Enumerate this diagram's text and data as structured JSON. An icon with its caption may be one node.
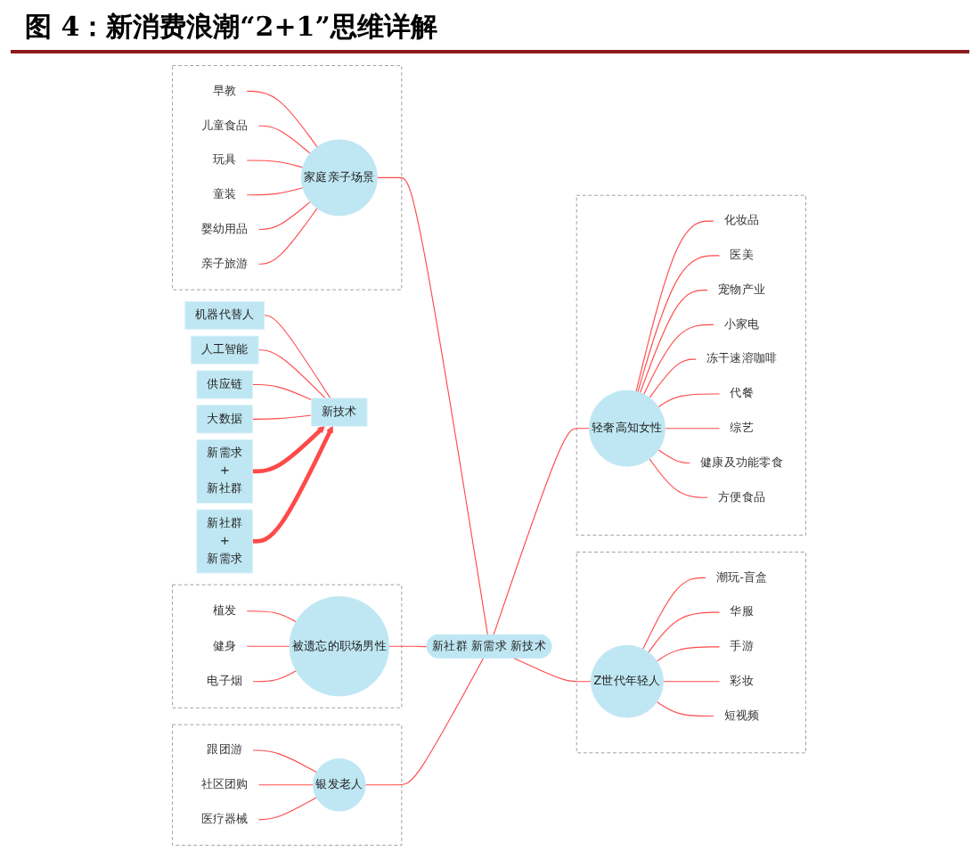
{
  "diagram": {
    "title": "图 4：新消费浪潮“2+1”思维详解",
    "nodes": [
      {
        "text": [
          "新社群 新需求 新技术"
        ]
      },
      {
        "text": [],
        "shape": "box"
      },
      {
        "text": [
          "家庭亲子场景"
        ],
        "in": 1
      },
      {
        "text": [
          "早教"
        ],
        "in": 1
      },
      {
        "text": [
          "儿童食品"
        ],
        "in": 1
      },
      {
        "text": [
          "玩具"
        ],
        "in": 1
      },
      {
        "text": [
          "童装"
        ],
        "in": 1
      },
      {
        "text": [
          "婴幼用品"
        ],
        "in": 1
      },
      {
        "text": [
          "亲子旅游"
        ],
        "in": 1
      },
      {
        "text": [],
        "shape": "box"
      },
      {
        "text": [
          "被遗忘的职场男性"
        ],
        "in": 9
      },
      {
        "text": [
          "植发"
        ],
        "in": 9
      },
      {
        "text": [
          "健身"
        ],
        "in": 9
      },
      {
        "text": [
          "电子烟"
        ],
        "in": 9
      },
      {
        "text": [],
        "shape": "box"
      },
      {
        "text": [
          "银发老人"
        ],
        "in": 14
      },
      {
        "text": [
          "跟团游"
        ],
        "in": 14
      },
      {
        "text": [
          "社区团购"
        ],
        "in": 14
      },
      {
        "text": [
          "医疗器械"
        ],
        "in": 14
      },
      {
        "text": [],
        "shape": "box"
      },
      {
        "text": [
          "Z世代年轻人"
        ],
        "in": 19
      },
      {
        "text": [
          "潮玩-盲盒"
        ],
        "in": 19
      },
      {
        "text": [
          "华服"
        ],
        "in": 19
      },
      {
        "text": [
          "手游"
        ],
        "in": 19
      },
      {
        "text": [
          "彩妆"
        ],
        "in": 19
      },
      {
        "text": [
          "短视频"
        ],
        "in": 19
      },
      {
        "text": [],
        "shape": "box"
      },
      {
        "text": [
          "轻奢高知女性"
        ],
        "in": 26
      },
      {
        "text": [
          "化妆品"
        ],
        "in": 26
      },
      {
        "text": [
          "医美"
        ],
        "in": 26
      },
      {
        "text": [
          "宠物产业"
        ],
        "in": 26
      },
      {
        "text": [
          "小家电"
        ],
        "in": 26
      },
      {
        "text": [
          "冻干速溶咖啡"
        ],
        "in": 26
      },
      {
        "text": [
          "代餐"
        ],
        "in": 26
      },
      {
        "text": [
          "综艺"
        ],
        "in": 26
      },
      {
        "text": [
          "健康及功能零食"
        ],
        "in": 26
      },
      {
        "text": [
          "方便食品"
        ],
        "in": 26
      },
      {
        "text": [
          "机器代替人"
        ]
      },
      {
        "text": [
          "人工智能"
        ]
      },
      {
        "text": [
          "供应链"
        ]
      },
      {
        "text": [
          "大数据"
        ]
      },
      {
        "text": [
          "新需求",
          "+",
          "新社群"
        ]
      },
      {
        "text": [
          "新技术"
        ]
      },
      {
        "text": [
          "新社群",
          "+",
          "新需求"
        ]
      }
    ],
    "edges": [
      {
        "from": 0,
        "to": 2,
        "arrow": "none"
      },
      {
        "from": 0,
        "to": 10,
        "arrow": "none"
      },
      {
        "from": 0,
        "to": 15,
        "arrow": "none"
      },
      {
        "from": 0,
        "to": 20,
        "arrow": "none"
      },
      {
        "from": 0,
        "to": 27,
        "arrow": "none"
      },
      {
        "from": 2,
        "to": 3,
        "arrow": "none"
      },
      {
        "from": 2,
        "to": 4,
        "arrow": "none"
      },
      {
        "from": 2,
        "to": 5,
        "arrow": "none"
      },
      {
        "from": 2,
        "to": 6,
        "arrow": "none"
      },
      {
        "from": 2,
        "to": 7,
        "arrow": "none"
      },
      {
        "from": 2,
        "to": 8,
        "arrow": "none"
      },
      {
        "from": 10,
        "to": 11,
        "arrow": "none"
      },
      {
        "from": 10,
        "to": 12,
        "arrow": "none"
      },
      {
        "from": 10,
        "to": 13,
        "arrow": "none"
      },
      {
        "from": 15,
        "to": 16,
        "arrow": "none"
      },
      {
        "from": 15,
        "to": 17,
        "arrow": "none"
      },
      {
        "from": 15,
        "to": 18,
        "arrow": "none"
      },
      {
        "from": 20,
        "to": 21,
        "arrow": "none"
      },
      {
        "from": 20,
        "to": 22,
        "arrow": "none"
      },
      {
        "from": 20,
        "to": 23,
        "arrow": "none"
      },
      {
        "from": 20,
        "to": 24,
        "arrow": "none"
      },
      {
        "from": 20,
        "to": 25,
        "arrow": "none"
      },
      {
        "from": 27,
        "to": 28,
        "arrow": "none"
      },
      {
        "from": 27,
        "to": 29,
        "arrow": "none"
      },
      {
        "from": 27,
        "to": 30,
        "arrow": "none"
      },
      {
        "from": 27,
        "to": 31,
        "arrow": "none"
      },
      {
        "from": 27,
        "to": 32,
        "arrow": "none"
      },
      {
        "from": 27,
        "to": 33,
        "arrow": "none"
      },
      {
        "from": 27,
        "to": 34,
        "arrow": "none"
      },
      {
        "from": 27,
        "to": 35,
        "arrow": "none"
      },
      {
        "from": 27,
        "to": 36,
        "arrow": "none"
      },
      {
        "from": 37,
        "to": 42,
        "arrow": "none"
      },
      {
        "from": 38,
        "to": 42,
        "arrow": "none"
      },
      {
        "from": 39,
        "to": 42,
        "arrow": "none"
      },
      {
        "from": 40,
        "to": 42,
        "arrow": "none"
      },
      {
        "from": 41,
        "to": 42,
        "arrow": "to",
        "style": "thick"
      },
      {
        "from": 43,
        "to": 42,
        "arrow": "to",
        "style": "thick"
      }
    ]
  }
}
